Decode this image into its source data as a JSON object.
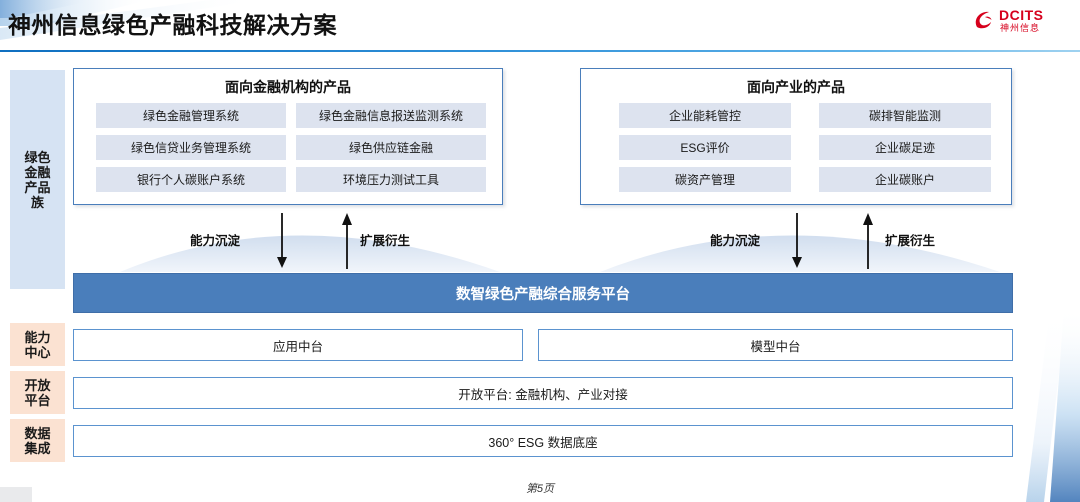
{
  "header": {
    "title": "神州信息绿色产融科技解决方案",
    "logo": {
      "name": "dcits-logo",
      "brand": "DCITS",
      "brand_cn": "神州信息",
      "color": "#d6001c"
    }
  },
  "sidebar": {
    "items": [
      {
        "name": "sidebar-green-finance-products",
        "label": "绿色\n金融\n产品\n族",
        "color": "#d6e3f3"
      },
      {
        "name": "sidebar-capability-center",
        "label": "能力\n中心",
        "color": "#fbe2d2"
      },
      {
        "name": "sidebar-open-platform",
        "label": "开放\n平台",
        "color": "#fbe2d2"
      },
      {
        "name": "sidebar-data-integration",
        "label": "数据\n集成",
        "color": "#fbe2d2"
      }
    ]
  },
  "panels": [
    {
      "id": "financial-institution-products",
      "title": "面向金融机构的产品",
      "items": [
        "绿色金融管理系统",
        "绿色金融信息报送监测系统",
        "绿色信贷业务管理系统",
        "绿色供应链金融",
        "银行个人碳账户系统",
        "环境压力测试工具"
      ]
    },
    {
      "id": "industry-products",
      "title": "面向产业的产品",
      "items": [
        "企业能耗管控",
        "碳排智能监测",
        "ESG评价",
        "企业碳足迹",
        "碳资产管理",
        "企业碳账户"
      ]
    }
  ],
  "flows": [
    {
      "id": "flow-left",
      "down_label": "能力沉淀",
      "up_label": "扩展衍生"
    },
    {
      "id": "flow-right",
      "down_label": "能力沉淀",
      "up_label": "扩展衍生"
    }
  ],
  "platform_bar": {
    "label": "数智绿色产融综合服务平台",
    "color": "#4a7ebb"
  },
  "capability_center": {
    "left": "应用中台",
    "right": "模型中台"
  },
  "open_platform": {
    "label": "开放平台: 金融机构、产业对接"
  },
  "data_integration": {
    "label": "360° ESG 数据底座"
  },
  "footer": {
    "page_label": "第5页"
  }
}
